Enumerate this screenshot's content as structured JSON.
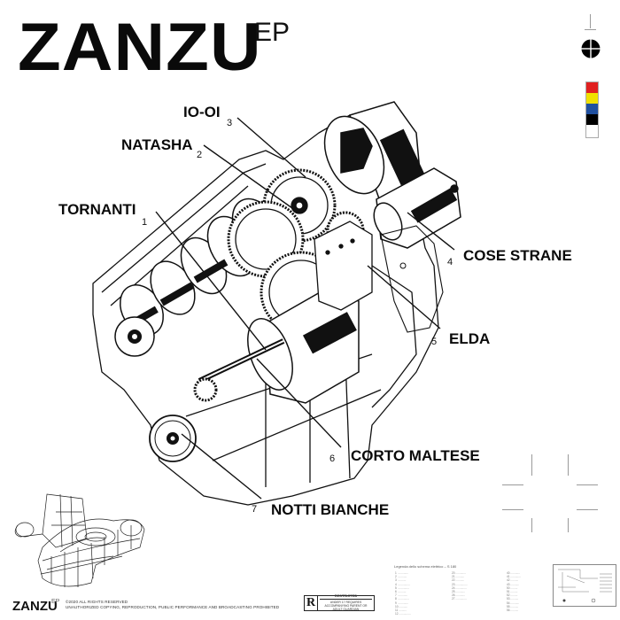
{
  "header": {
    "title": "ZANZU",
    "title_suffix": "EP"
  },
  "tracks": [
    {
      "number": "1",
      "title": "TORNANTI"
    },
    {
      "number": "2",
      "title": "NATASHA"
    },
    {
      "number": "3",
      "title": "IO-OI"
    },
    {
      "number": "4",
      "title": "COSE STRANE"
    },
    {
      "number": "5",
      "title": "ELDA"
    },
    {
      "number": "6",
      "title": "CORTO MALTESE"
    },
    {
      "number": "7",
      "title": "NOTTI BIANCHE"
    }
  ],
  "color_bar": {
    "swatches": [
      "#e02020",
      "#f0e000",
      "#2050a0",
      "#000000",
      "#ffffff"
    ]
  },
  "illustration": {
    "main": "engine-cutaway-drawing",
    "corner": "wireframe-car-drawing"
  },
  "footer": {
    "logo": "ZANZU",
    "logo_suffix": "EP",
    "copyright_line1": "©2020 ALL RIGHTS RESERVED",
    "copyright_line2": "UNAUTHORIZED COPYING, REPRODUCTION, PUBLIC PERFORMANCE AND BROADCASTING PROHIBITED",
    "rating": {
      "letter": "R",
      "heading": "RESTRICTED",
      "text": "UNDER 17 REQUIRES ACCOMPANYING PARENT OR ADULT GUARDIAN"
    },
    "legend_title": "Legenda dello schema elettrico – S 180"
  }
}
